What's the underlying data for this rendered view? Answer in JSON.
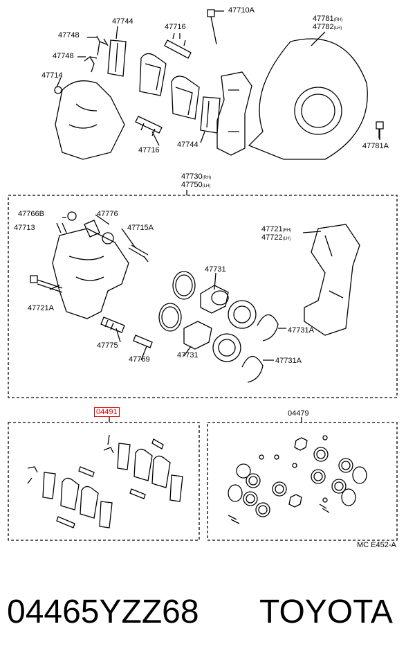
{
  "labels": {
    "p47748a": "47748",
    "p47744a": "47744",
    "p47716a": "47716",
    "p47710a": "47710A",
    "p47781rh": "47781",
    "p47782lh": "47782",
    "rh": "(RH)",
    "lh": "(LH)",
    "p47748b": "47748",
    "p47714": "47714",
    "p47716b": "47716",
    "p47744b": "47744",
    "p47781a": "47781A",
    "p47730": "47730",
    "p47750": "47750",
    "p47766b": "47766B",
    "p47776": "47776",
    "p47713": "47713",
    "p47715a": "47715A",
    "p47721": "47721",
    "p47722": "47722",
    "p47731a_top": "47731",
    "p47731a_mid": "47731A",
    "p47721a": "47721A",
    "p47775": "47775",
    "p47769": "47769",
    "p47731b": "47731",
    "p47731a_bot": "47731A",
    "kit_pads": "04491",
    "kit_seals": "04479",
    "diagram_code": "MC E452-A"
  },
  "footer": {
    "part_number": "04465YZZ68",
    "brand": "TOYOTA"
  },
  "colors": {
    "highlight": "#d40000",
    "line": "#000000"
  }
}
